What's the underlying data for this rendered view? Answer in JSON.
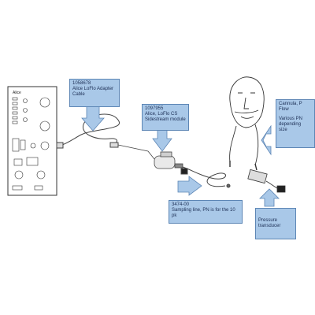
{
  "device": {
    "label": "Alice"
  },
  "callouts": {
    "adapter_cable": {
      "part_number": "1058678",
      "name": "Alice LoFlo Adapter Cable"
    },
    "sidestream_module": {
      "part_number": "1097955",
      "name": "Alice, LoFlo CS Sidestream module"
    },
    "sampling_line": {
      "part_number": "3474-00",
      "name": "Sampling line, PN is for the 10 pk"
    },
    "cannula": {
      "line1": "Cannula, P",
      "line2": "Flow",
      "line3": "Various PN",
      "line4": "depending",
      "line5": "size"
    },
    "pressure_transducer": {
      "name": "Pressure transducer"
    }
  },
  "colors": {
    "callout_fill": "#a9c8e8",
    "callout_border": "#5d86b5",
    "callout_text": "#1d2f55",
    "line_art": "#333333"
  }
}
